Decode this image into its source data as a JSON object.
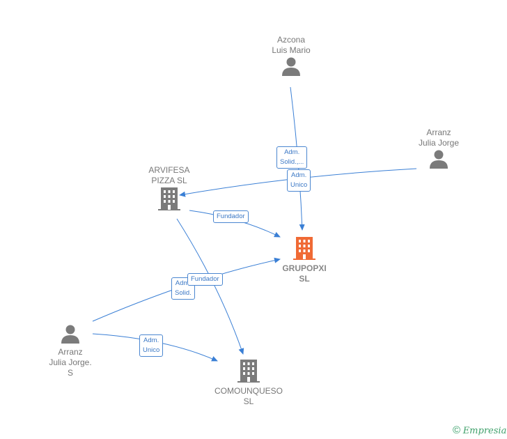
{
  "colors": {
    "edge": "#3a7fd5",
    "person": "#7b7b7b",
    "company": "#7b7b7b",
    "main_company": "#f06a35"
  },
  "nodes": {
    "azcona": {
      "label": "Azcona\nLuis Mario",
      "icon": "person-icon"
    },
    "arranz_jj": {
      "label": "Arranz\nJulia Jorge",
      "icon": "person-icon"
    },
    "arvifesa": {
      "label": "ARVIFESA\nPIZZA  SL",
      "icon": "building-icon"
    },
    "grupopxi": {
      "label": "GRUPOPXI\nSL",
      "icon": "building-icon"
    },
    "arranz_jjs": {
      "label": "Arranz\nJulia Jorge.\nS",
      "icon": "person-icon"
    },
    "comounqueso": {
      "label": "COMOUNQUESO\nSL",
      "icon": "building-icon"
    }
  },
  "edges": {
    "azcona_grupopxi": "Adm.\nSolid.,...",
    "arranz_arvifesa": "Adm.\nUnico",
    "arvifesa_grupopxi": "Fundador",
    "arranzs_grupopxi_adm": "Adm.\nSolid.",
    "arranzs_grupopxi_fund": "Fundador",
    "arranzs_comounqueso": "Adm.\nUnico"
  },
  "footer": {
    "copyright": "©",
    "brand": "Empresia"
  }
}
